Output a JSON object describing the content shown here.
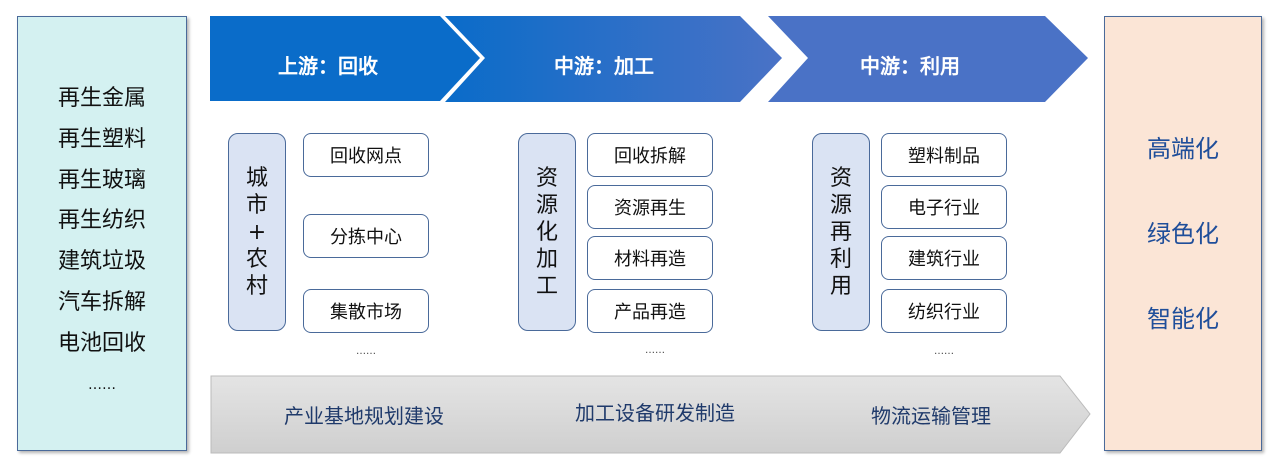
{
  "left_panel": {
    "items": [
      "再生金属",
      "再生塑料",
      "再生玻璃",
      "再生纺织",
      "建筑垃圾",
      "汽车拆解",
      "电池回收",
      "……"
    ]
  },
  "stages": [
    {
      "title": "上游：回收",
      "category": [
        "城",
        "市",
        "+",
        "农",
        "村"
      ],
      "items": [
        "回收网点",
        "分拣中心",
        "集散市场"
      ],
      "more": "……"
    },
    {
      "title": "中游：加工",
      "category": [
        "资",
        "源",
        "化",
        "加",
        "工"
      ],
      "items": [
        "回收拆解",
        "资源再生",
        "材料再造",
        "产品再造"
      ],
      "more": "……"
    },
    {
      "title": "中游：利用",
      "category": [
        "资",
        "源",
        "再",
        "利",
        "用"
      ],
      "items": [
        "塑料制品",
        "电子行业",
        "建筑行业",
        "纺织行业"
      ],
      "more": "……"
    }
  ],
  "support": [
    "产业基地规划建设",
    "加工设备研发制造",
    "物流运输管理"
  ],
  "right_panel": {
    "items": [
      "高端化",
      "绿色化",
      "智能化"
    ]
  },
  "colors": {
    "chevron_start": "#0a6cc9",
    "chevron_end": "#4a72c6",
    "left_bg": "#d4f1f1",
    "right_bg": "#fbe5d6",
    "box_fill": "#dae3f3",
    "bottom_arrow": "#d9d9d9"
  }
}
